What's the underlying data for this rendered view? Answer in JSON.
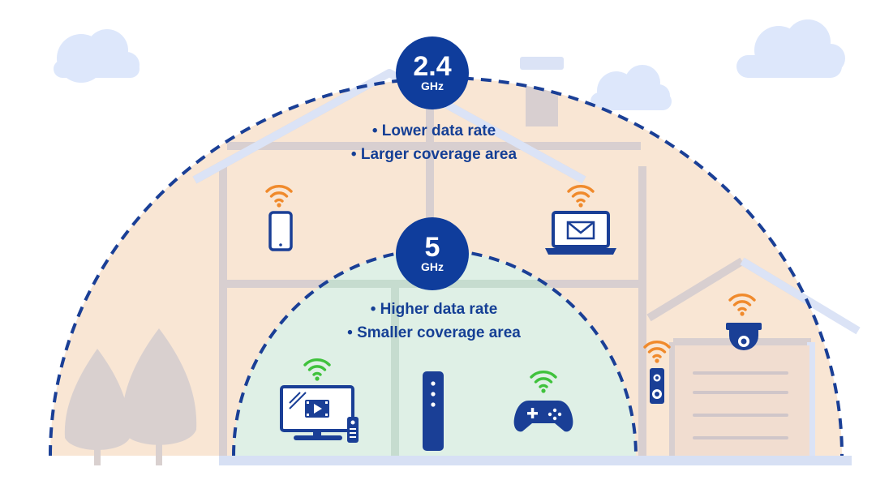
{
  "band_24": {
    "value": "2.4",
    "unit": "GHz",
    "bullets": [
      "• Lower data rate",
      "• Larger coverage area"
    ],
    "coverage_color": "#f9e6d4"
  },
  "band_5": {
    "value": "5",
    "unit": "GHz",
    "bullets": [
      "• Higher data rate",
      "• Smaller coverage area"
    ],
    "coverage_color": "#dff0e6"
  },
  "colors": {
    "badge": "#0f3d9c",
    "dash": "#1a3f96",
    "house": "#c9d4ee",
    "wifi_24": "#f08a2c",
    "wifi_5": "#3fc23c",
    "device": "#1a3f96"
  },
  "icons": [
    "cloud-icon",
    "smartphone-icon",
    "laptop-mail-icon",
    "tv-icon",
    "router-icon",
    "gamepad-icon",
    "doorbell-icon",
    "security-camera-icon",
    "wifi-icon",
    "tree-icon"
  ]
}
